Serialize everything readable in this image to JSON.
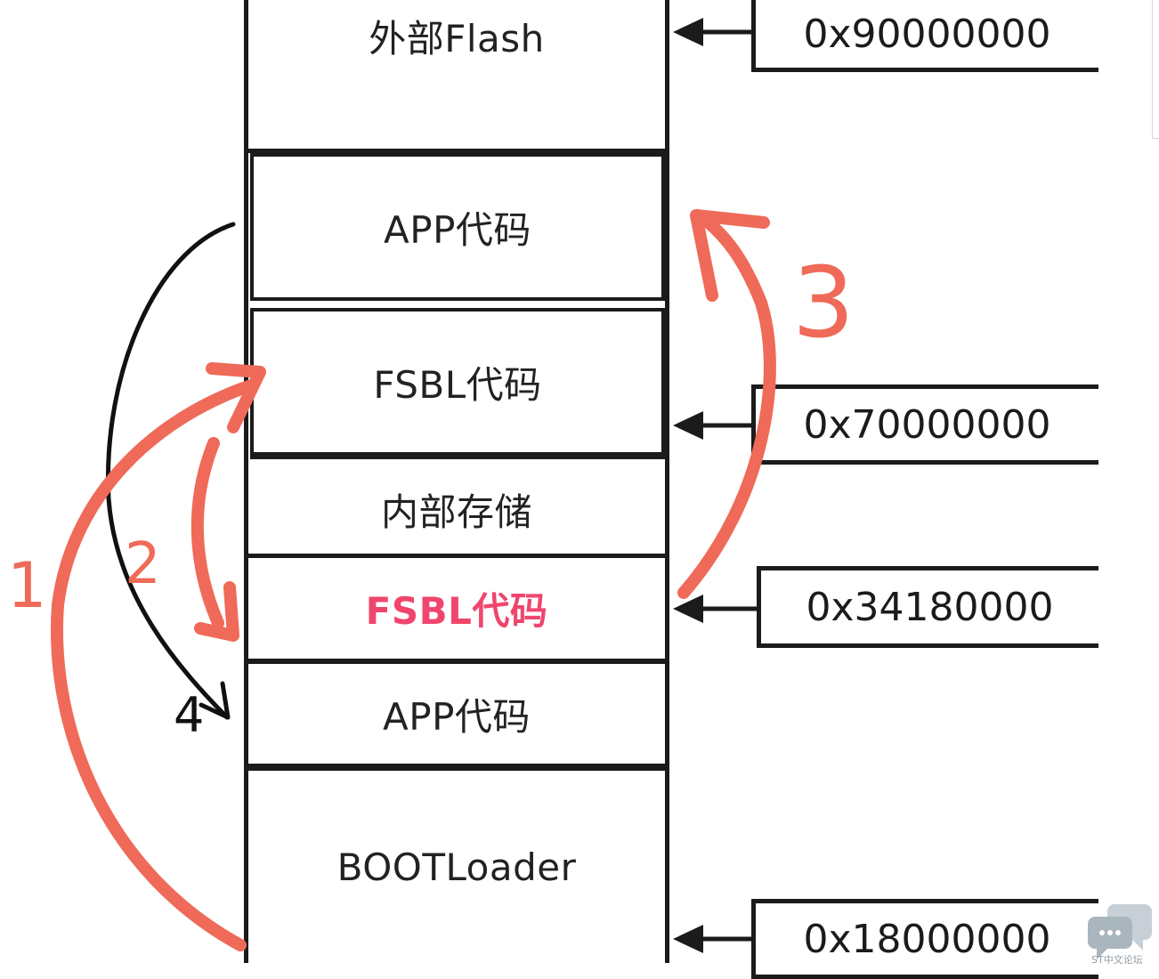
{
  "blocks": {
    "external_flash": "外部Flash",
    "app_code_top": "APP代码",
    "fsbl_code_top": "FSBL代码",
    "internal_storage": "内部存储",
    "fsbl_code_internal": "FSBL代码",
    "app_code_internal": "APP代码",
    "bootloader": "BOOTLoader"
  },
  "addresses": {
    "external_flash": "0x90000000",
    "fsbl_region": "0x70000000",
    "internal_fsbl": "0x34180000",
    "bootloader": "0x18000000"
  },
  "annotations": {
    "step1": "1",
    "step2": "2",
    "step3": "3",
    "step4": "4"
  },
  "watermark": {
    "text": "ST中文论坛",
    "icon": "chat-bubbles-icon"
  },
  "colors": {
    "highlight_text": "#f0466e",
    "annotation_red": "#ef6a58",
    "annotation_black": "#111111",
    "line": "#1b1b1b"
  }
}
